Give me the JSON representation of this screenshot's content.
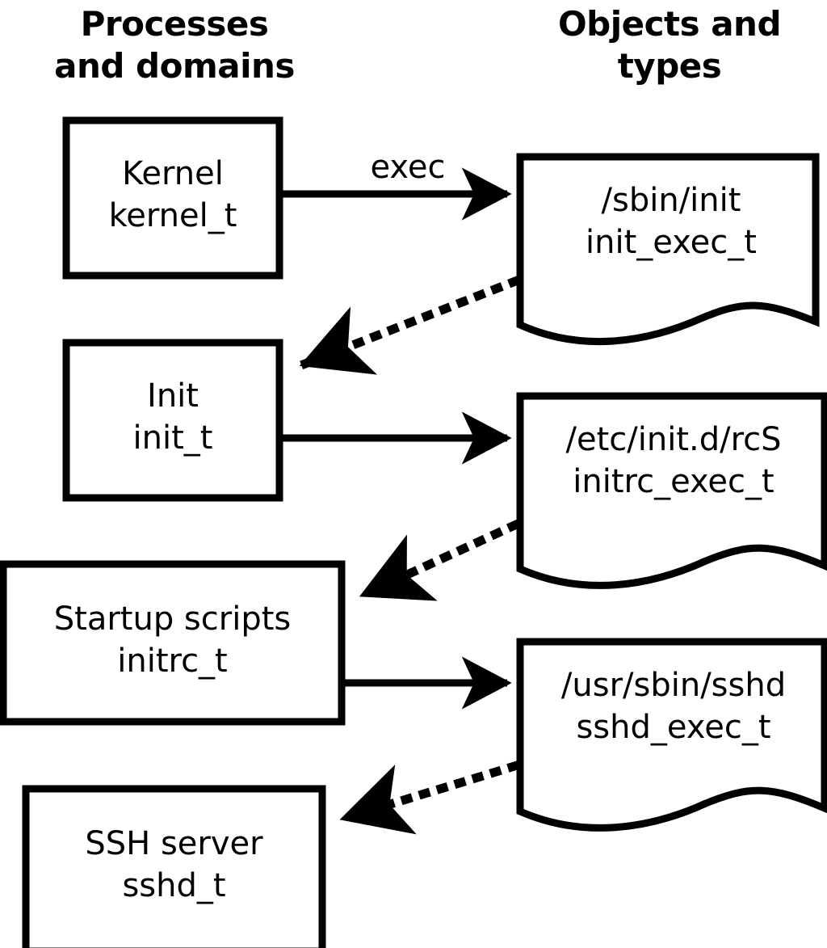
{
  "diagram": {
    "title_left": "Processes\nand domains",
    "title_right": "Objects and\ntypes",
    "stroke_color": "#000000",
    "background_color": "#ffffff",
    "process_nodes": [
      {
        "id": "kernel",
        "name": "Kernel",
        "type": "kernel_t"
      },
      {
        "id": "init",
        "name": "Init",
        "type": "init_t"
      },
      {
        "id": "initrc",
        "name": "Startup scripts",
        "type": "initrc_t"
      },
      {
        "id": "sshd",
        "name": "SSH server",
        "type": "sshd_t"
      }
    ],
    "object_nodes": [
      {
        "id": "init-exec",
        "path": "/sbin/init",
        "type": "init_exec_t"
      },
      {
        "id": "initrc-exec",
        "path": "/etc/init.d/rcS",
        "type": "initrc_exec_t"
      },
      {
        "id": "sshd-exec",
        "path": "/usr/sbin/sshd",
        "type": "sshd_exec_t"
      }
    ],
    "edges": [
      {
        "id": "kernel-exec-init",
        "from": "kernel",
        "to": "init-exec",
        "style": "solid",
        "label": "exec"
      },
      {
        "id": "initexec-to-init",
        "from": "init-exec",
        "to": "init",
        "style": "dotted",
        "label": ""
      },
      {
        "id": "init-exec-initrc",
        "from": "init",
        "to": "initrc-exec",
        "style": "solid",
        "label": ""
      },
      {
        "id": "initrcexec-to-initrc",
        "from": "initrc-exec",
        "to": "initrc",
        "style": "dotted",
        "label": ""
      },
      {
        "id": "initrc-exec-sshd",
        "from": "initrc",
        "to": "sshd-exec",
        "style": "solid",
        "label": ""
      },
      {
        "id": "sshdexec-to-sshd",
        "from": "sshd-exec",
        "to": "sshd",
        "style": "dotted",
        "label": ""
      }
    ]
  }
}
